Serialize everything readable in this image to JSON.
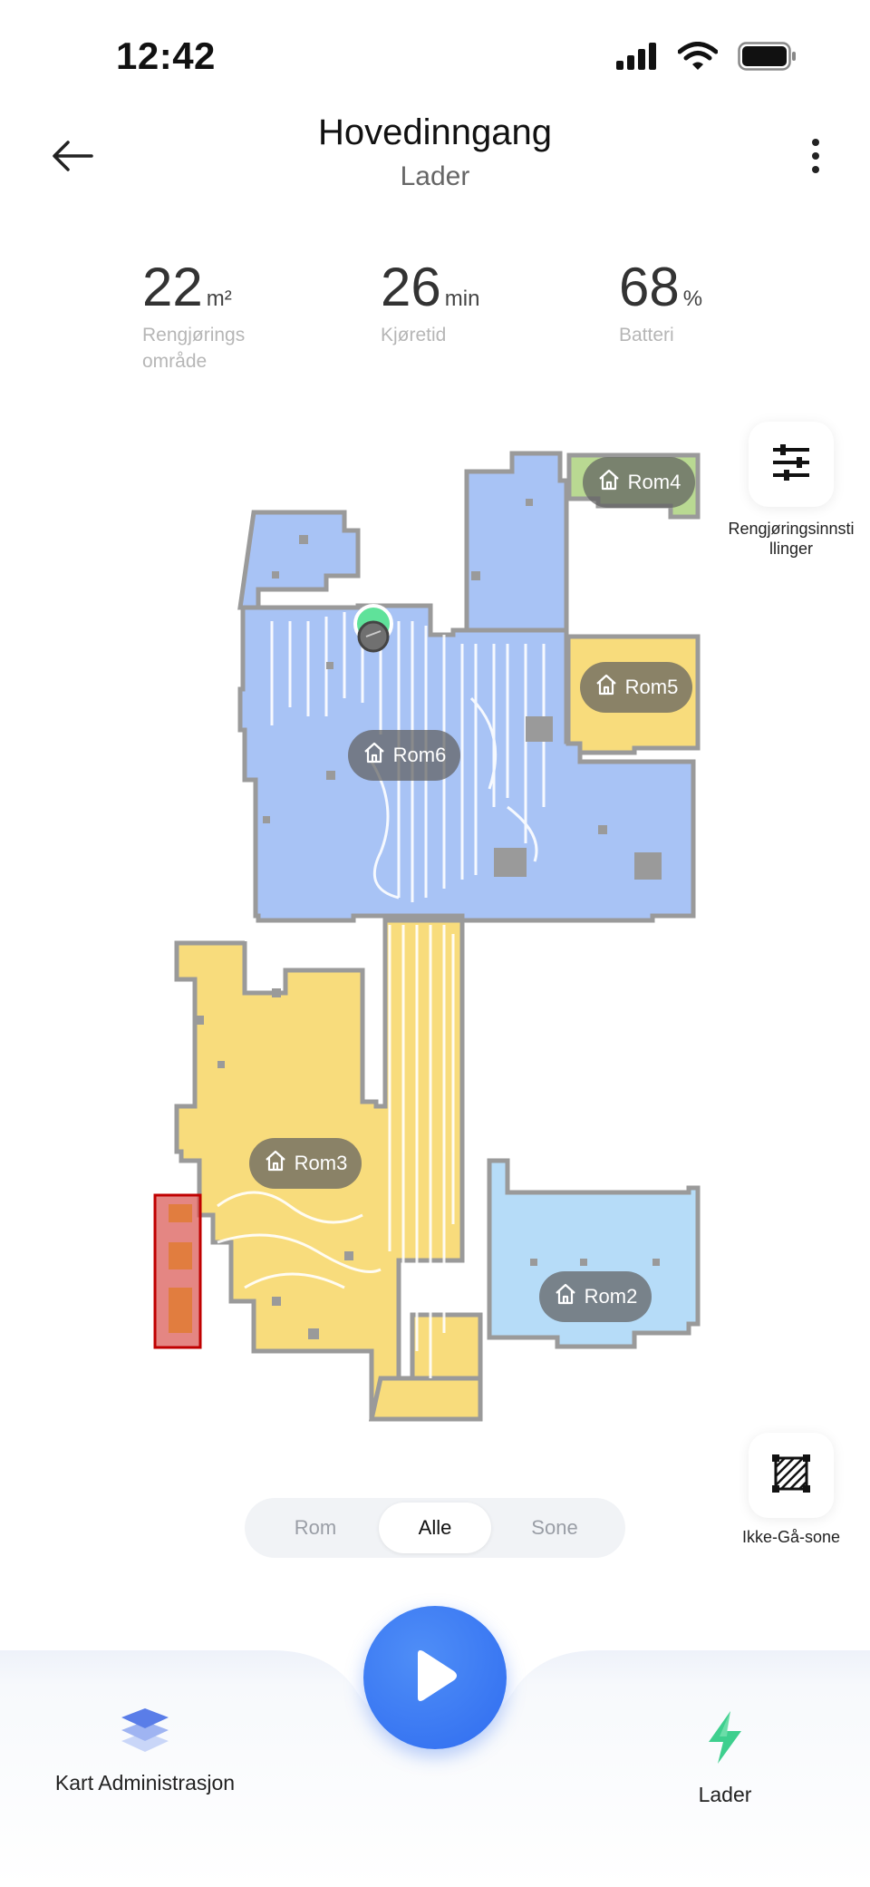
{
  "status_bar": {
    "time": "12:42",
    "icons": [
      "signal-icon",
      "wifi-icon",
      "battery-icon"
    ]
  },
  "header": {
    "title": "Hovedinngang",
    "subtitle": "Lader",
    "back_icon": "back-arrow-icon",
    "more_icon": "more-vertical-icon"
  },
  "stats": [
    {
      "value": "22",
      "unit": "m²",
      "label": "Rengjørings område"
    },
    {
      "value": "26",
      "unit": "min",
      "label": "Kjøretid"
    },
    {
      "value": "68",
      "unit": "%",
      "label": "Batteri"
    }
  ],
  "map": {
    "colors": {
      "blue": "#a8c3f5",
      "yellow": "#f8dc7c",
      "green": "#b9d992",
      "light_blue": "#b6dcf8",
      "wall": "#9a9a9a",
      "no_go": "#d9534f"
    },
    "rooms": [
      {
        "name": "Rom4"
      },
      {
        "name": "Rom5"
      },
      {
        "name": "Rom6"
      },
      {
        "name": "Rom3"
      },
      {
        "name": "Rom2"
      }
    ]
  },
  "side_buttons": {
    "settings": {
      "label": "Rengjøringsinnstillinger",
      "icon": "sliders-icon"
    },
    "no_go": {
      "label": "Ikke-Gå-sone",
      "icon": "no-go-zone-icon"
    }
  },
  "mode_selector": {
    "options": [
      "Rom",
      "Alle",
      "Sone"
    ],
    "selected": "Alle"
  },
  "bottom_nav": {
    "map_admin": {
      "label": "Kart Administrasjon",
      "icon": "layers-icon"
    },
    "play": {
      "icon": "play-icon",
      "color": "#2f6cf0"
    },
    "charger": {
      "label": "Lader",
      "icon": "lightning-icon",
      "color": "#3ecf8e"
    }
  }
}
